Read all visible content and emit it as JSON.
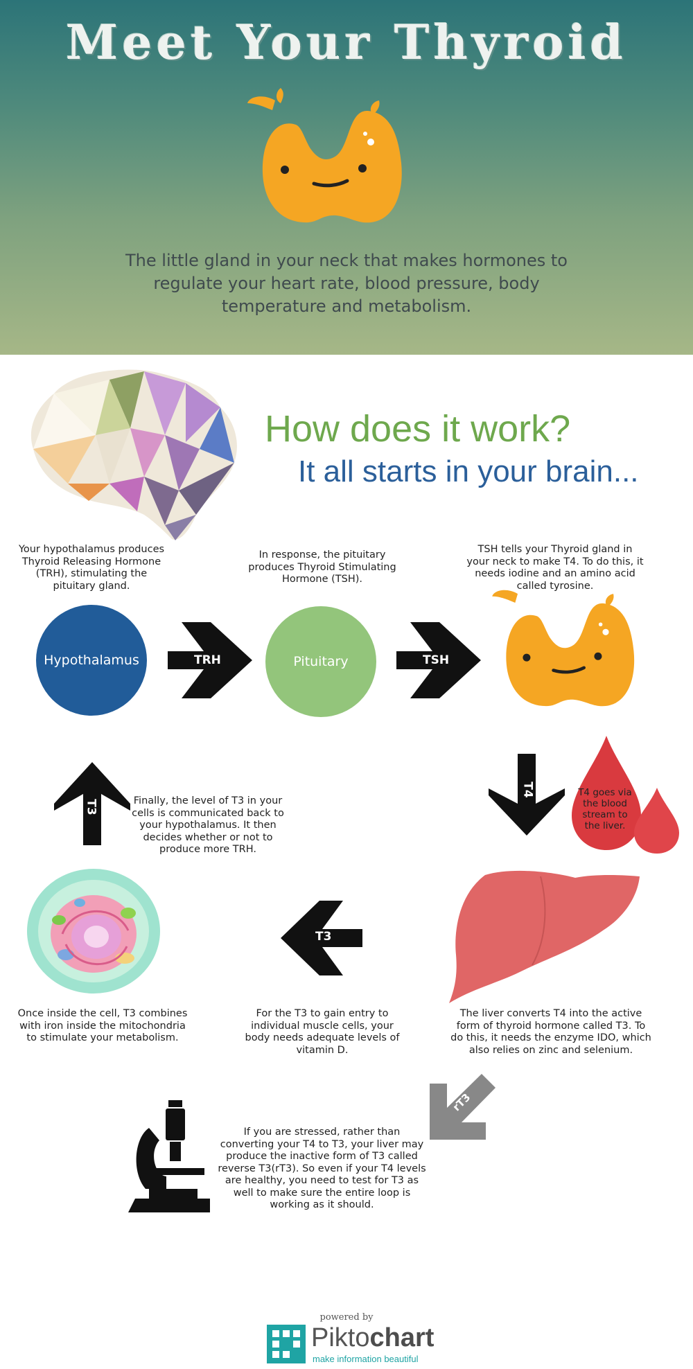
{
  "header": {
    "title": "Meet Your Thyroid",
    "description": "The little gland in your neck that makes hormones to regulate your heart rate, blood pressure, body temperature and metabolism."
  },
  "section": {
    "heading": "How does it work?",
    "subheading": "It all starts in your brain..."
  },
  "steps": {
    "hypothalamus_caption": "Your hypothalamus produces Thyroid Releasing Hormone (TRH), stimulating the pituitary gland.",
    "pituitary_caption": "In response, the pituitary produces Thyroid Stimulating Hormone (TSH).",
    "thyroid_caption": "TSH tells your Thyroid gland in your neck to make T4. To do this, it needs iodine and an amino acid called tyrosine.",
    "blood_caption": "T4 goes via the blood stream to the liver.",
    "feedback_caption": "Finally, the level of T3 in your cells is communicated back to your hypothalamus. It then decides whether or not to produce more TRH.",
    "cell_caption": "Once inside the cell, T3 combines with iron inside the mitochondria to stimulate your metabolism.",
    "vitamin_caption": "For the T3 to gain entry to individual muscle cells, your body needs adequate levels of vitamin D.",
    "liver_caption": "The liver converts T4 into the active form of thyroid hormone called T3. To do this, it needs the enzyme IDO, which also relies on zinc and selenium.",
    "stress_caption": "If you are stressed, rather than converting your T4 to T3, your liver may produce the inactive form of T3 called reverse T3(rT3). So even if your T4 levels are healthy, you need to test for T3 as well to make sure the entire loop is working as it should."
  },
  "nodes": {
    "hypothalamus": "Hypothalamus",
    "pituitary": "Pituitary"
  },
  "arrows": {
    "trh": "TRH",
    "tsh": "TSH",
    "t4": "T4",
    "t3_up": "T3",
    "t3_left": "T3",
    "rt3": "rT3"
  },
  "footer": {
    "powered_by": "powered by",
    "brand_light": "Pikto",
    "brand_bold": "chart",
    "tagline": "make information beautiful"
  },
  "colors": {
    "hypothalamus": "#215c99",
    "pituitary": "#93c57b",
    "thyroid": "#f5a623",
    "heading_green": "#6ea84d",
    "heading_blue": "#2b5f9a",
    "liver": "#e06666",
    "blood": "#d93a3f"
  }
}
